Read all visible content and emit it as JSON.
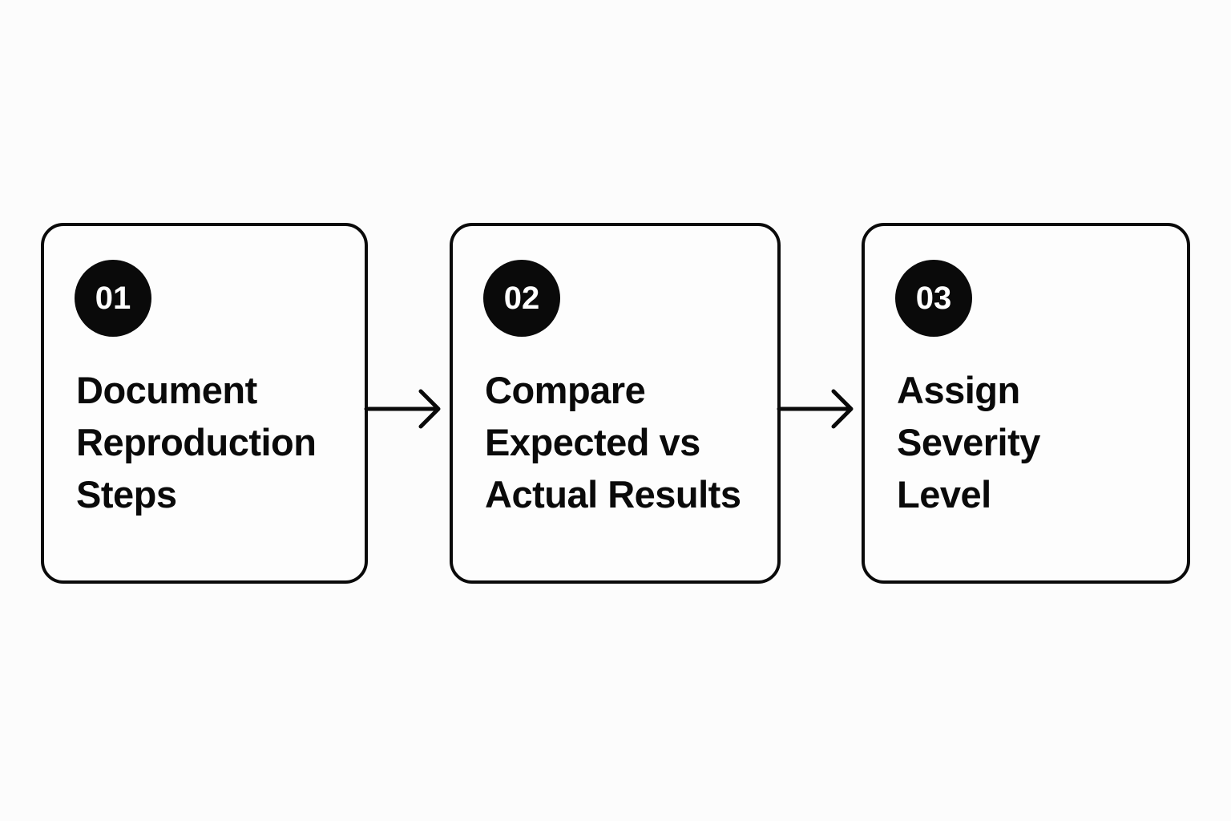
{
  "steps": [
    {
      "number": "01",
      "title_lines": [
        "Document",
        "Reproduction",
        "Steps"
      ]
    },
    {
      "number": "02",
      "title_lines": [
        "Compare",
        "Expected vs",
        "Actual Results"
      ]
    },
    {
      "number": "03",
      "title_lines": [
        "Assign",
        "Severity",
        "Level"
      ]
    }
  ],
  "colors": {
    "background": "#fcfcfc",
    "ink": "#0a0a0a",
    "badge_text": "#ffffff"
  },
  "icons": {
    "connector": "arrow-right-icon"
  }
}
